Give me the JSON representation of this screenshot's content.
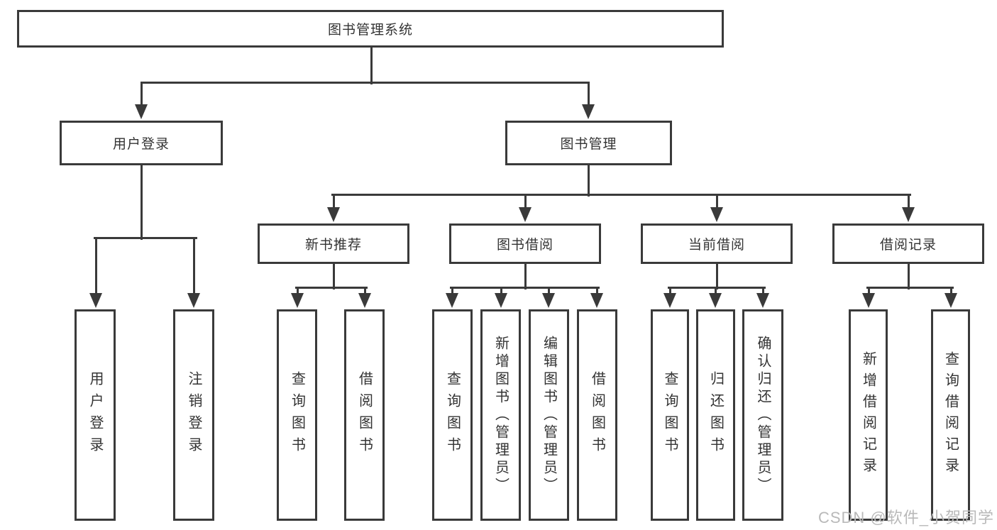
{
  "colors": {
    "line": "#3a3a3a",
    "text": "#333333",
    "background": "#ffffff",
    "watermark": "#b9b9b9"
  },
  "nodes": {
    "root": {
      "label": "图书管理系统"
    },
    "user_login": {
      "label": "用户登录"
    },
    "book_mgmt": {
      "label": "图书管理"
    },
    "new_book_rec": {
      "label": "新书推荐"
    },
    "book_borrow": {
      "label": "图书借阅"
    },
    "current_borrow": {
      "label": "当前借阅"
    },
    "borrow_record": {
      "label": "借阅记录"
    },
    "leaf_user_login": {
      "label": "用户登录"
    },
    "leaf_logout": {
      "label": "注销登录"
    },
    "leaf_query_book_rec": {
      "label": "查询图书"
    },
    "leaf_borrow_book_rec": {
      "label": "借阅图书"
    },
    "leaf_query_book_borrow": {
      "label": "查询图书"
    },
    "leaf_add_book": {
      "label": "新增图书（管理员）"
    },
    "leaf_edit_book": {
      "label": "编辑图书（管理员）"
    },
    "leaf_borrow_book": {
      "label": "借阅图书"
    },
    "leaf_query_book_current": {
      "label": "查询图书"
    },
    "leaf_return_book": {
      "label": "归还图书"
    },
    "leaf_confirm_return": {
      "label": "确认归还（管理员）"
    },
    "leaf_add_record": {
      "label": "新增借阅记录"
    },
    "leaf_query_record": {
      "label": "查询借阅记录"
    }
  },
  "watermark": {
    "text": "CSDN @软件_小贺同学"
  }
}
